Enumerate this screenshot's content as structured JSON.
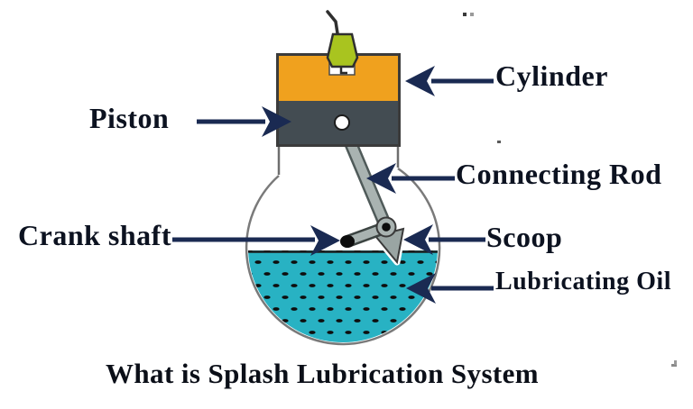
{
  "title": "What is Splash Lubrication System",
  "diagram": {
    "labels": {
      "cylinder": "Cylinder",
      "piston": "Piston",
      "connecting_rod": "Connecting Rod",
      "crank_shaft": "Crank shaft",
      "scoop": "Scoop",
      "lubricating_oil": "Lubricating Oil"
    },
    "parts": [
      "spark-plug",
      "cylinder-block",
      "piston",
      "piston-pin",
      "connecting-rod",
      "crank-arm",
      "crank-shaft-journal",
      "scoop",
      "crankcase",
      "lubricating-oil"
    ]
  },
  "colors": {
    "cylinder": "#f0a11e",
    "piston": "#434c52",
    "oil": "#28b2c3",
    "spark_plug": "#a9c41f",
    "rod": "#a9b3b1",
    "arrow": "#1a2a52",
    "text": "#0c1220"
  }
}
